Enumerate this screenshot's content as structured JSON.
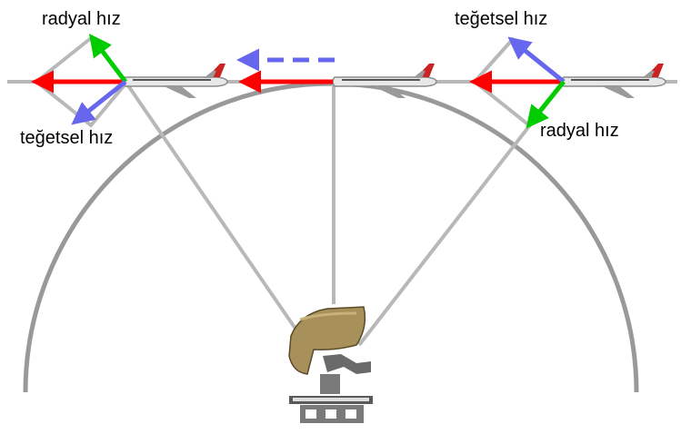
{
  "labels": {
    "left_radial": "radyal hız",
    "left_tangential": "teğetsel hız",
    "right_tangential": "teğetsel hız",
    "right_radial": "radyal hız"
  },
  "colors": {
    "velocity": "#ff0000",
    "radial": "#00cc00",
    "tangential": "#6666ee",
    "geometry": "#b8b8b8",
    "horizon": "#999999",
    "plane_body": "#8a8a8a",
    "plane_tail": "#cc2222",
    "antenna_dish": "#a8905a",
    "antenna_mast": "#6a6a6a"
  },
  "icons": {
    "aircraft": "airplane-icon",
    "radar": "radar-antenna-icon"
  }
}
